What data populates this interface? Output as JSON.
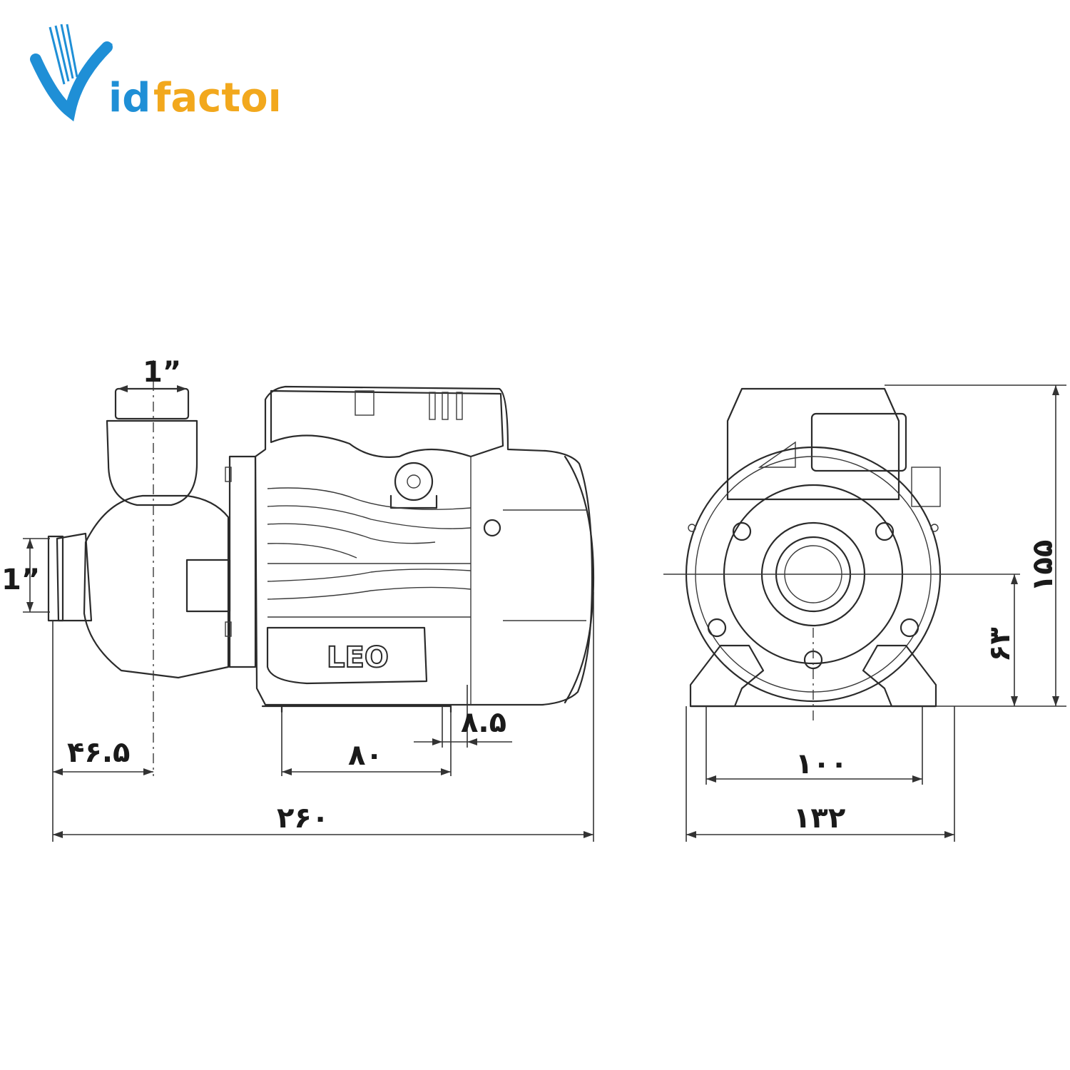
{
  "logo": {
    "initial": "V",
    "part1": "id",
    "part2": "factor",
    "colors": {
      "blue": "#1f8fd6",
      "orange": "#f2a81d"
    }
  },
  "drawing": {
    "brand_label": "LEO",
    "side_view": {
      "outlet_size": "1”",
      "inlet_size": "1”",
      "inlet_center": "۴۶.۵",
      "foot_spacing": "۸۰",
      "foot_height": "۸.۵",
      "total_length": "۲۶۰"
    },
    "front_view": {
      "total_height": "۱۵۵",
      "shaft_height": "۶۳",
      "foot_spacing": "۱۰۰",
      "base_width": "۱۳۲"
    }
  }
}
